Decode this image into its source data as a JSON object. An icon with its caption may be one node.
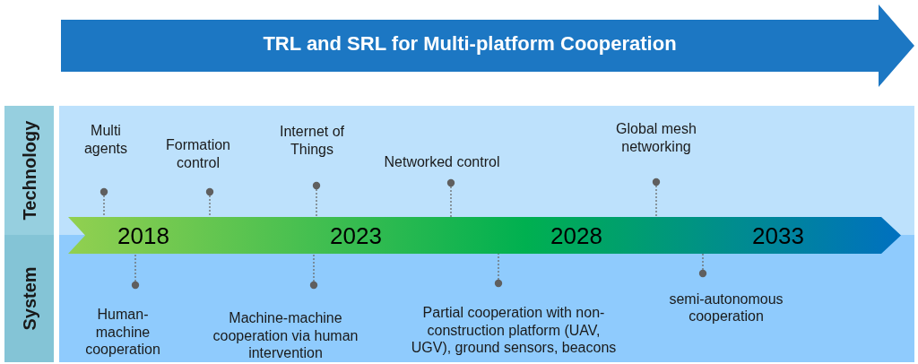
{
  "diagram": {
    "nodes": [
      {
        "text": [
          "TRL and SRL for Multi-platform Cooperation"
        ]
      },
      {
        "text": [
          "Technology"
        ]
      },
      {
        "text": [
          "System"
        ]
      },
      {
        "text": [
          "2018",
          "2023",
          "2028",
          "2033"
        ]
      },
      {
        "text": [
          "Multi agents"
        ]
      },
      {
        "text": [
          "Formation control"
        ]
      },
      {
        "text": [
          "Internet of Things"
        ]
      },
      {
        "text": [
          "Networked control"
        ]
      },
      {
        "text": [
          "Global mesh networking"
        ]
      },
      {
        "text": [
          "Human-machine cooperation"
        ]
      },
      {
        "text": [
          "Machine-machine cooperation via human intervention"
        ]
      },
      {
        "text": [
          "Partial cooperation with non-construction platform (UAV, UGV), ground sensors, beacons"
        ]
      },
      {
        "text": [
          "semi-autonomous cooperation"
        ]
      }
    ],
    "edges": [
      {
        "from": 4,
        "to": 3,
        "arrow": "other",
        "style": "dashed"
      },
      {
        "from": 5,
        "to": 3,
        "arrow": "other",
        "style": "dashed"
      },
      {
        "from": 6,
        "to": 3,
        "arrow": "other",
        "style": "dashed"
      },
      {
        "from": 7,
        "to": 3,
        "arrow": "other",
        "style": "dashed"
      },
      {
        "from": 8,
        "to": 3,
        "arrow": "other",
        "style": "dashed"
      },
      {
        "from": 9,
        "to": 3,
        "arrow": "other",
        "style": "dashed"
      },
      {
        "from": 10,
        "to": 3,
        "arrow": "other",
        "style": "dashed"
      },
      {
        "from": 11,
        "to": 3,
        "arrow": "other",
        "style": "dashed"
      },
      {
        "from": 12,
        "to": 3,
        "arrow": "other",
        "style": "dashed"
      }
    ]
  }
}
